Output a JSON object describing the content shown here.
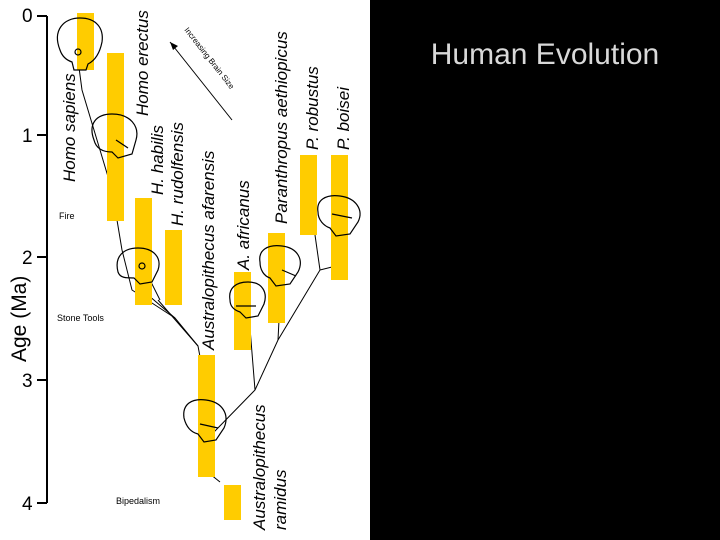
{
  "slide": {
    "title": "Human Evolution"
  },
  "axis": {
    "label": "Age (Ma)",
    "ticks": [
      "0",
      "1",
      "2",
      "3",
      "4"
    ]
  },
  "events": {
    "fire": "Fire",
    "stone_tools": "Stone Tools",
    "bipedalism": "Bipedalism"
  },
  "annotation": {
    "brain_size": "Increasing Brain Size"
  },
  "species": {
    "homo_sapiens": "Homo sapiens",
    "homo_erectus": "Homo erectus",
    "h_habilis": "H. habilis",
    "h_rudolfensis": "H. rudolfensis",
    "afarensis": "Australopithecus afarensis",
    "africanus": "A. africanus",
    "aethiopicus": "Paranthropus aethiopicus",
    "robustus": "P. robustus",
    "boisei": "P. boisei",
    "ramidus_line1": "Australopithecus",
    "ramidus_line2": "ramidus"
  },
  "colors": {
    "range_bar": "#ffcc00",
    "slide_background": "#000000",
    "diagram_background": "#ffffff",
    "title_text": "#d9d9d9"
  }
}
